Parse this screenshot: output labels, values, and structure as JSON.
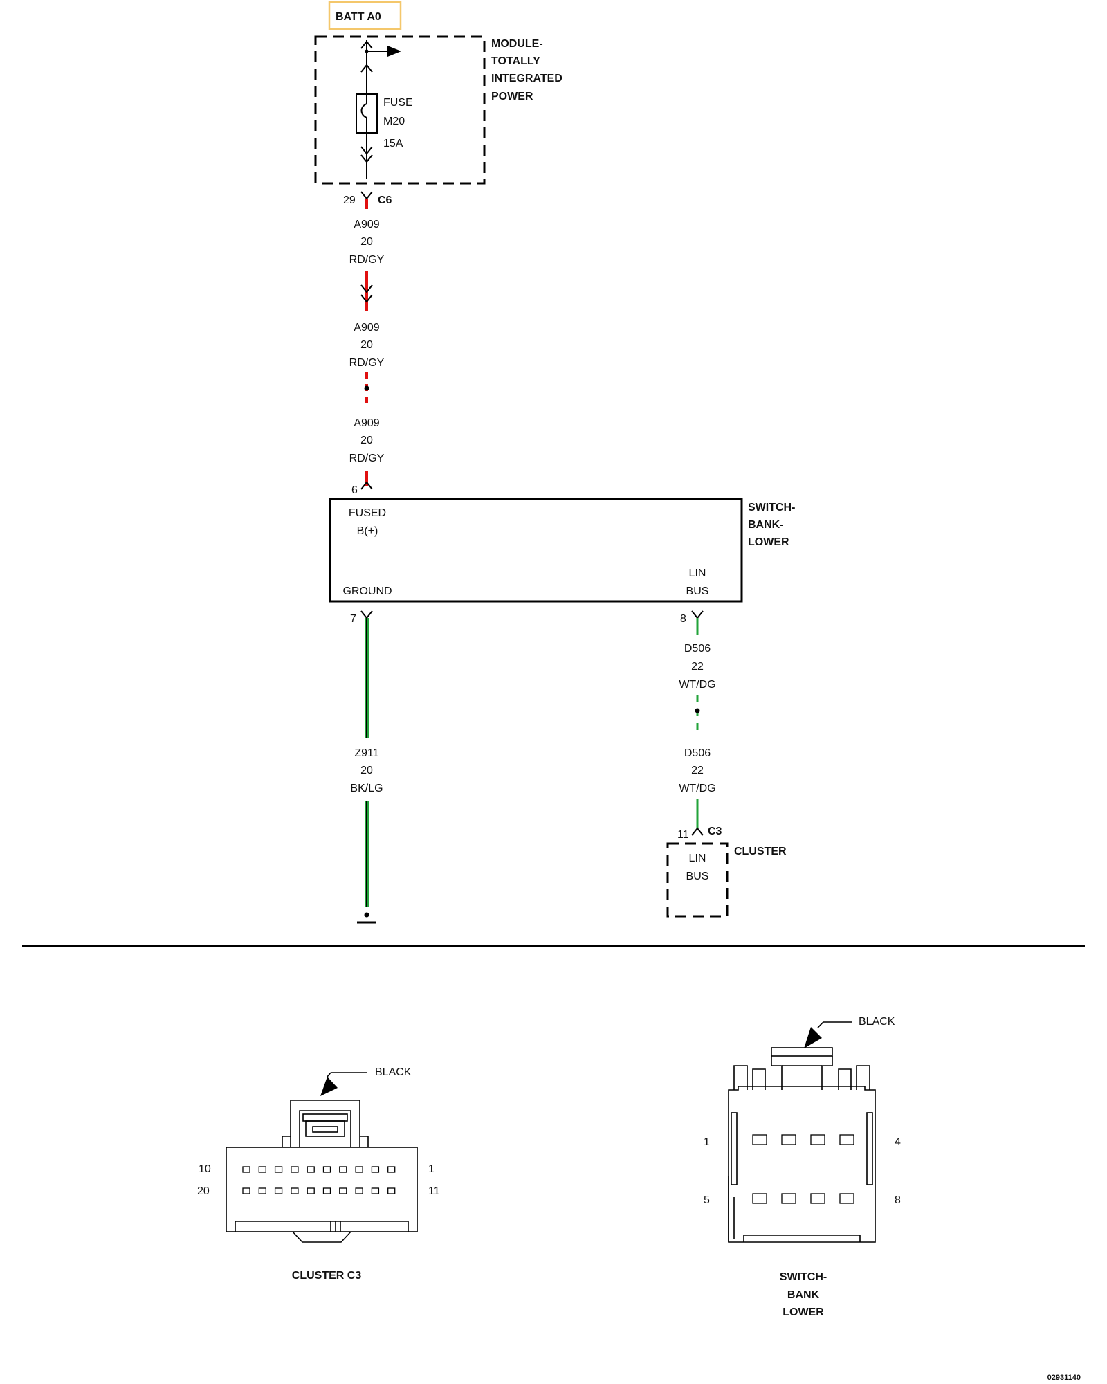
{
  "colors": {
    "batt_box_border": "#f4c76b",
    "wire_red": "#e01010",
    "wire_green": "#22a33a",
    "wire_black": "#000000"
  },
  "batt": {
    "label": "BATT A0"
  },
  "tipm": {
    "name_lines": [
      "MODULE-",
      "TOTALLY",
      "INTEGRATED",
      "POWER"
    ],
    "fuse_lines": [
      "FUSE",
      "M20",
      "15A"
    ]
  },
  "connector_c6": {
    "pin": "29",
    "name": "C6"
  },
  "wire_a909": {
    "segments": [
      [
        "A909",
        "20",
        "RD/GY"
      ],
      [
        "A909",
        "20",
        "RD/GY"
      ],
      [
        "A909",
        "20",
        "RD/GY"
      ]
    ]
  },
  "switch_bank": {
    "name_lines": [
      "SWITCH-",
      "BANK-",
      "LOWER"
    ],
    "fused_lines": [
      "FUSED",
      "B(+)"
    ],
    "lin_lines": [
      "LIN",
      "BUS"
    ],
    "ground_label": "GROUND",
    "pin_fused": "6",
    "pin_ground": "7",
    "pin_lin": "8"
  },
  "wire_z911": {
    "lines": [
      "Z911",
      "20",
      "BK/LG"
    ]
  },
  "wire_d506": {
    "segments": [
      [
        "D506",
        "22",
        "WT/DG"
      ],
      [
        "D506",
        "22",
        "WT/DG"
      ]
    ]
  },
  "cluster": {
    "pin": "11",
    "connector": "C3",
    "name": "CLUSTER",
    "lin_lines": [
      "LIN",
      "BUS"
    ]
  },
  "cluster_c3_view": {
    "color_label": "BLACK",
    "pin_labels": {
      "top_left": "10",
      "bottom_left": "20",
      "top_right": "1",
      "bottom_right": "11"
    },
    "title": "CLUSTER C3"
  },
  "switch_bank_view": {
    "color_label": "BLACK",
    "pin_labels": {
      "top_left": "1",
      "top_right": "4",
      "bottom_left": "5",
      "bottom_right": "8"
    },
    "title_lines": [
      "SWITCH-",
      "BANK",
      "LOWER"
    ]
  },
  "doc_id": "02931140"
}
